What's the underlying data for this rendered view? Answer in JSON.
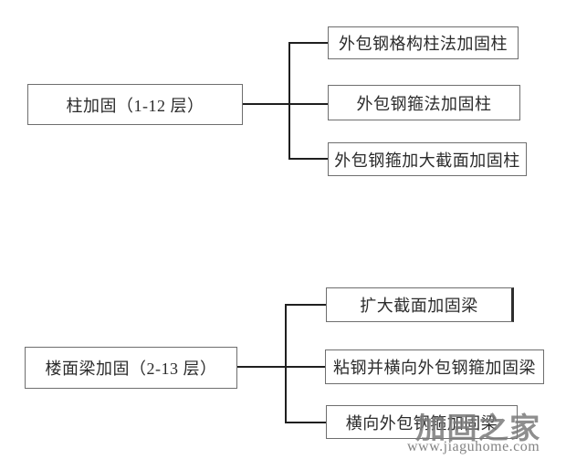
{
  "diagram": {
    "sections": [
      {
        "root": "柱加固（1-12 层）",
        "children": [
          "外包钢格构柱法加固柱",
          "外包钢箍法加固柱",
          "外包钢箍加大截面加固柱"
        ]
      },
      {
        "root": "楼面梁加固（2-13 层）",
        "children": [
          "扩大截面加固梁",
          "粘钢并横向外包钢箍加固梁",
          "横向外包钢箍加固梁"
        ]
      }
    ]
  },
  "watermark": {
    "brand": "加固之家",
    "url": "www.jiaguhome.com"
  },
  "colors": {
    "box_border": "#6e6e6e",
    "connector_line": "#1f1f1f",
    "text": "#2b2b2b",
    "watermark": "#7a7a7a",
    "background": "#ffffff"
  }
}
